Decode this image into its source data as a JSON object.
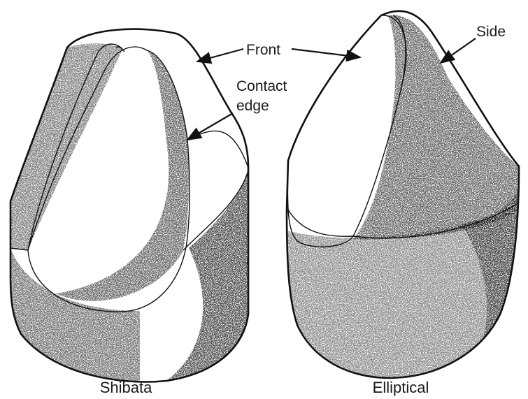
{
  "callouts": {
    "front": "Front",
    "side": "Side",
    "contact_line1": "Contact",
    "contact_line2": "edge"
  },
  "captions": {
    "left": "Shibata",
    "right": "Elliptical"
  }
}
